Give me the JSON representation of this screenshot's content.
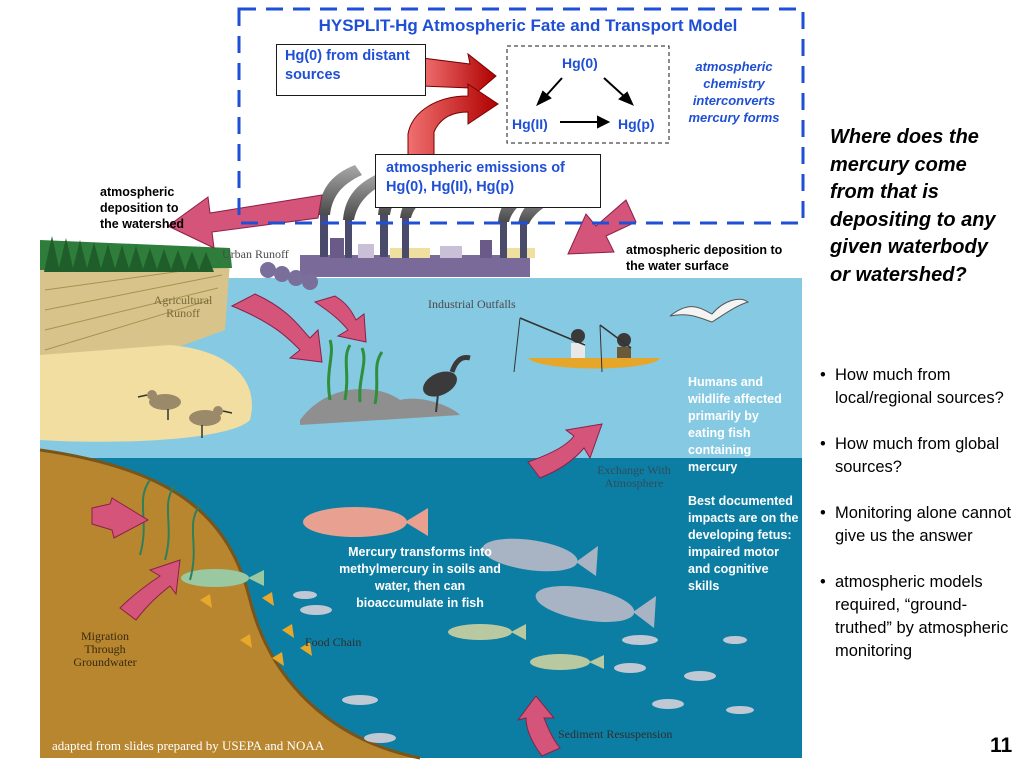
{
  "model": {
    "title": "HYSPLIT-Hg Atmospheric Fate and Transport Model",
    "distant_sources": "Hg(0) from distant sources",
    "emissions": "atmospheric emissions of Hg(0), Hg(II), Hg(p)",
    "species": {
      "hg0": "Hg(0)",
      "hg2": "Hg(II)",
      "hgp": "Hg(p)"
    },
    "chemistry_note": "atmospheric chemistry interconverts mercury forms"
  },
  "labels": {
    "watershed_deposition": "atmospheric deposition to the watershed",
    "surface_deposition": "atmospheric deposition to the water surface",
    "urban_runoff": "Urban Runoff",
    "agricultural_runoff": "Agricultural Runoff",
    "industrial_outfalls": "Industrial Outfalls",
    "exchange": "Exchange With Atmosphere",
    "migration": "Migration Through Groundwater",
    "food_chain": "Food Chain",
    "sediment": "Sediment Resuspension"
  },
  "notes": {
    "humans": "Humans and wildlife affected primarily by eating fish containing mercury",
    "impacts": "Best documented impacts are on the developing fetus:  impaired motor and cognitive skills",
    "methyl": "Mercury transforms into methylmercury in soils and water, then can bioaccumulate in fish"
  },
  "sidebar": {
    "question": "Where does the mercury come from that is depositing to any given waterbody or watershed?",
    "bullets": [
      "How much from local/regional sources?",
      "How much from global sources?",
      "Monitoring alone cannot give us the answer",
      "atmospheric models required, “ground-truthed” by atmospheric monitoring"
    ]
  },
  "credit": "adapted from slides prepared by USEPA and NOAA",
  "page_number": "11",
  "colors": {
    "accent_blue": "#1f4fd6",
    "red_arrow": "#cc1111",
    "pink_arrow": "#d4547a",
    "water_surface": "#85c9e3",
    "water_deep": "#0d7ea3",
    "sediment": "#b8862f"
  }
}
